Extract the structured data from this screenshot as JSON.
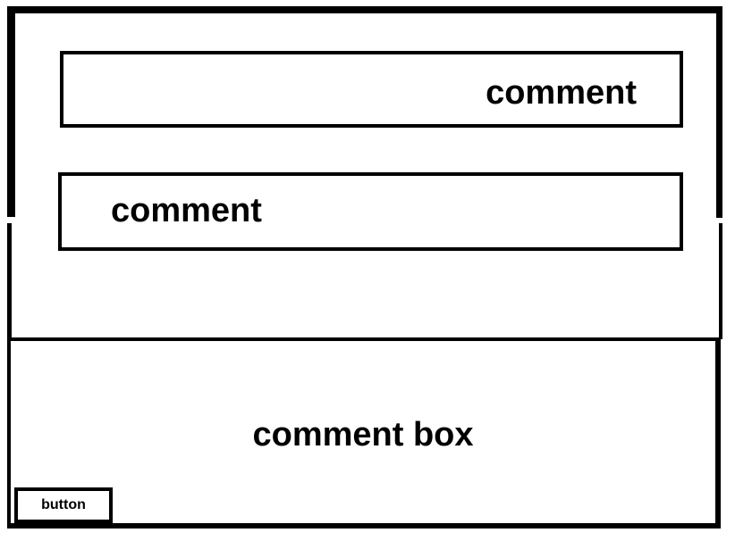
{
  "comments": [
    {
      "text": "comment"
    },
    {
      "text": "comment"
    }
  ],
  "comment_box": {
    "placeholder": "comment box",
    "button_label": "button"
  },
  "colors": {
    "stroke": "#000000",
    "background": "#ffffff"
  }
}
